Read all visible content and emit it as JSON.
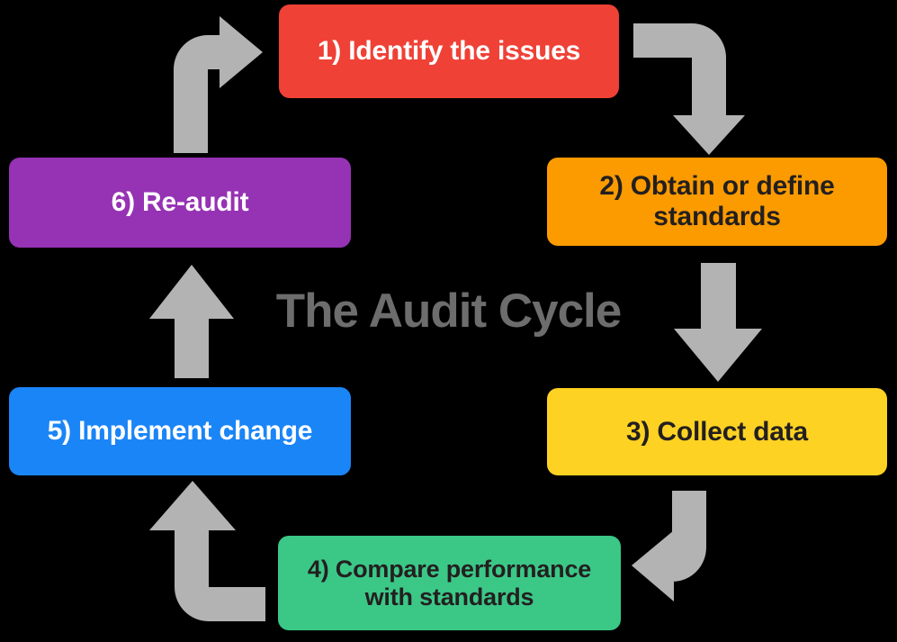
{
  "diagram": {
    "title": "The Audit Cycle",
    "title_color": "#6d6d6d",
    "background_color": "#000000",
    "arrow_color": "#b3b3b3",
    "type": "cycle-flowchart",
    "steps": [
      {
        "id": "step-1",
        "number": "1)",
        "label": "1) Identify the issues",
        "fill": "#ef4136",
        "text_color": "#ffffff"
      },
      {
        "id": "step-2",
        "number": "2)",
        "label": "2) Obtain or define\nstandards",
        "fill": "#fb9b00",
        "text_color": "#231f20"
      },
      {
        "id": "step-3",
        "number": "3)",
        "label": "3) Collect data",
        "fill": "#fdd222",
        "text_color": "#231f20"
      },
      {
        "id": "step-4",
        "number": "4)",
        "label": "4) Compare performance\nwith standards",
        "fill": "#3bc887",
        "text_color": "#231f20"
      },
      {
        "id": "step-5",
        "number": "5)",
        "label": "5) Implement change",
        "fill": "#1a85f7",
        "text_color": "#ffffff"
      },
      {
        "id": "step-6",
        "number": "6)",
        "label": "6) Re-audit",
        "fill": "#9632b4",
        "text_color": "#ffffff"
      }
    ],
    "connectors": [
      {
        "id": "arrow-6-to-1",
        "from": "step-6",
        "to": "step-1",
        "shape": "elbow-up-right"
      },
      {
        "id": "arrow-1-to-2",
        "from": "step-1",
        "to": "step-2",
        "shape": "elbow-right-down"
      },
      {
        "id": "arrow-2-to-3",
        "from": "step-2",
        "to": "step-3",
        "shape": "straight-down"
      },
      {
        "id": "arrow-3-to-4",
        "from": "step-3",
        "to": "step-4",
        "shape": "elbow-down-left"
      },
      {
        "id": "arrow-4-to-5",
        "from": "step-4",
        "to": "step-5",
        "shape": "elbow-left-up"
      },
      {
        "id": "arrow-5-to-6",
        "from": "step-5",
        "to": "step-6",
        "shape": "straight-up"
      }
    ]
  }
}
